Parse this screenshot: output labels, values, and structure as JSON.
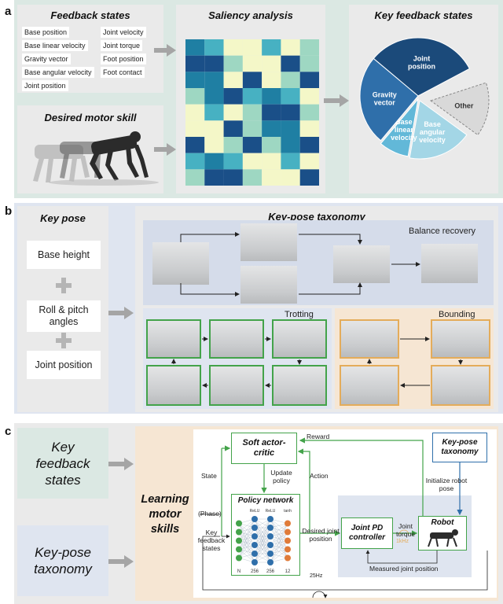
{
  "panel_a": {
    "letter": "a",
    "feedback_states": {
      "title": "Feedback states",
      "chips": [
        "Base position",
        "Joint velocity",
        "Base linear velocity",
        "Joint torque",
        "Gravity vector",
        "Foot position",
        "Base angular velocity",
        "Foot contact",
        "Joint position"
      ]
    },
    "desired_skill": {
      "title": "Desired motor skill"
    },
    "saliency": {
      "title": "Saliency analysis"
    },
    "key_feedback": {
      "title": "Key feedback states",
      "slices": [
        {
          "label": "Joint position",
          "lines": [
            "Joint",
            "position"
          ],
          "color": "#1b4a7a"
        },
        {
          "label": "Other",
          "lines": [
            "Other"
          ],
          "color": "#d9d9d9"
        },
        {
          "label": "Base angular velocity",
          "lines": [
            "Base",
            "angular",
            "velocity"
          ],
          "color": "#a3d6e6"
        },
        {
          "label": "Base linear velocity",
          "lines": [
            "Base",
            "linear",
            "velocity"
          ],
          "color": "#62b8d8"
        },
        {
          "label": "Gravity vector",
          "lines": [
            "Gravity",
            "vector"
          ],
          "color": "#2f6faa"
        }
      ]
    }
  },
  "panel_b": {
    "letter": "b",
    "key_pose": {
      "title": "Key pose",
      "items": [
        "Base height",
        "Roll & pitch angles",
        "Joint position"
      ]
    },
    "taxonomy": {
      "title": "Key-pose taxonomy",
      "balance_recovery": "Balance recovery",
      "trotting": "Trotting",
      "bounding": "Bounding"
    }
  },
  "panel_c": {
    "letter": "c",
    "key_feedback_states": "Key feedback states",
    "key_pose_taxonomy": "Key-pose taxonomy",
    "learning": "Learning motor skills",
    "sac": "Soft actor-critic",
    "policy": {
      "title": "Policy network",
      "top_labels": [
        "ReLU",
        "ReLU",
        "tanh"
      ],
      "bottom_labels": [
        "N",
        "256",
        "256",
        "12"
      ]
    },
    "pd": "Joint PD controller",
    "robot": "Robot",
    "taxonomy_box": "Key-pose taxonomy",
    "labels": {
      "reward": "Reward",
      "state": "State",
      "update_policy": "Update policy",
      "action": "Action",
      "phase": "(Phase)",
      "key_fb": "Key feedback states",
      "desired": "Desired joint position",
      "torque": "Joint torque",
      "freq_1k": "1kHz",
      "init": "Initialize robot pose",
      "measured": "Measured joint position",
      "freq_25": "25Hz"
    }
  },
  "colors": {
    "teal_bg": "#dbe8e3",
    "gray_bg": "#eaeaea",
    "blue_bg": "#dfe5f0",
    "orange_bg": "#f6e6d3",
    "green": "#43a34a",
    "orange": "#e4ac5a",
    "blue_box": "#2f6faa"
  }
}
